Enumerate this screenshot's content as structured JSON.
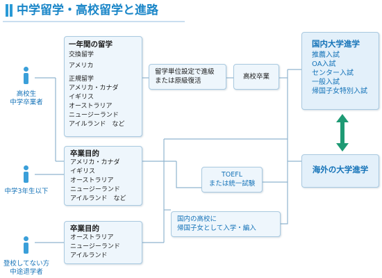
{
  "title": "中学留学・高校留学と進路",
  "people": {
    "top": [
      "高校生",
      "中学卒業者"
    ],
    "mid": [
      "中学3年生以下"
    ],
    "bottom": [
      "登校してない方",
      "中途退学者"
    ]
  },
  "box_one_year": {
    "heading": "一年間の留学",
    "exchange_label": "交換留学",
    "exchange_countries": [
      "アメリカ"
    ],
    "regular_label": "正規留学",
    "regular_countries": [
      "アメリカ・カナダ",
      "イギリス",
      "オーストラリア",
      "ニュージーランド",
      "アイルランド　など"
    ]
  },
  "box_credit": [
    "留学単位設定で進級",
    "または原級復活"
  ],
  "box_hs_grad": "高校卒業",
  "box_grad_goal_1": {
    "heading": "卒業目的",
    "countries": [
      "アメリカ・カナダ",
      "イギリス",
      "オーストラリア",
      "ニュージーランド",
      "アイルランド　など"
    ]
  },
  "box_grad_goal_2": {
    "heading": "卒業目的",
    "countries": [
      "オーストラリア",
      "ニュージーランド",
      "アイルランド"
    ]
  },
  "box_toefl": [
    "TOEFL",
    "または統一試験"
  ],
  "box_domestic_hs": [
    "国内の高校に",
    "帰国子女として入学・編入"
  ],
  "domestic_univ": {
    "heading": "国内大学進学",
    "items": [
      "推薦入試",
      "OA入試",
      "センター入試",
      "一般入試",
      "帰国子女特別入試"
    ]
  },
  "overseas_univ": "海外の大学進学",
  "colors": {
    "accent": "#1a86c8",
    "box_bg": "#eef6fc",
    "border": "#a9c9e0",
    "arrow": "#1e9a74"
  }
}
